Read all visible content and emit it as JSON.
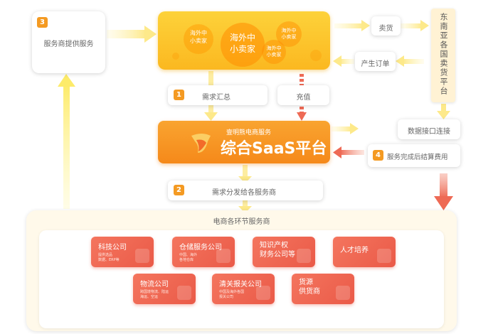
{
  "service_provision": {
    "number": "3",
    "label": "服务商提供服务"
  },
  "merchants": {
    "bubble_large": [
      "海外中",
      "小卖家"
    ],
    "bubble_small_left": [
      "海外中",
      "小卖家"
    ],
    "bubble_small_right_top": [
      "海外中",
      "小卖家"
    ],
    "bubble_small_right_bottom": [
      "海外中",
      "小卖家"
    ]
  },
  "sea_platforms": {
    "label": "东南亚各国卖货平台"
  },
  "flows": {
    "sell": "卖货",
    "generate_orders": "产生订单",
    "demand_summary": {
      "number": "1",
      "label": "需求汇总"
    },
    "recharge": "充值",
    "data_interface": "数据接口连接",
    "settlement": {
      "number": "4",
      "label": "服务完成后结算费用"
    },
    "distribute": {
      "number": "2",
      "label": "需求分发给各服务商"
    }
  },
  "saas": {
    "subtitle": "壹明熊电商服务",
    "title": "综合SaaS平台"
  },
  "providers_section": {
    "title": "电商各环节服务商",
    "providers": [
      {
        "name": "科技公司",
        "desc": [
          "提供选品",
          "数据、ERP等"
        ]
      },
      {
        "name": "仓储服务公司",
        "desc": [
          "中国、海外",
          "各地仓库"
        ]
      },
      {
        "name": "知识产权\n财务公司等",
        "desc": []
      },
      {
        "name": "人才培养",
        "desc": []
      },
      {
        "name": "物流公司",
        "desc": [
          "跨国境物流、陆运",
          "海运、空运"
        ]
      },
      {
        "name": "清关报关公司",
        "desc": [
          "中国及海外各国",
          "报关公司"
        ]
      },
      {
        "name": "货源\n供货商",
        "desc": []
      }
    ]
  },
  "colors": {
    "accent_orange": "#f49a22",
    "saas_orange": "#f7931e",
    "merchant_yellow": "#fcc22a",
    "provider_red": "#ea5a48"
  }
}
